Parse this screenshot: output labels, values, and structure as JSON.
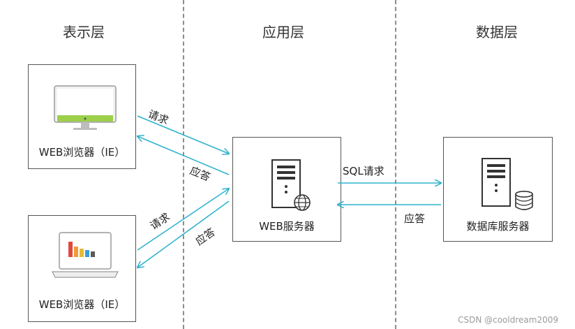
{
  "layers": {
    "presentation": "表示层",
    "application": "应用层",
    "data": "数据层"
  },
  "nodes": {
    "browser_top": "WEB浏览器（IE）",
    "browser_bottom": "WEB浏览器（IE）",
    "web_server": "WEB服务器",
    "db_server": "数据库服务器"
  },
  "arrows": {
    "request_top": "请求",
    "response_top": "应答",
    "request_bottom": "请求",
    "response_bottom": "应答",
    "sql_request": "SQL请求",
    "db_response": "应答"
  },
  "watermark": "CSDN @cooldream2009",
  "colors": {
    "arrow": "#2eb3cc",
    "monitor_screen": "#9ccf4a",
    "bars": [
      "#e0483f",
      "#f29a34",
      "#e8b93a",
      "#3c9ed8",
      "#5a5a5a"
    ]
  }
}
